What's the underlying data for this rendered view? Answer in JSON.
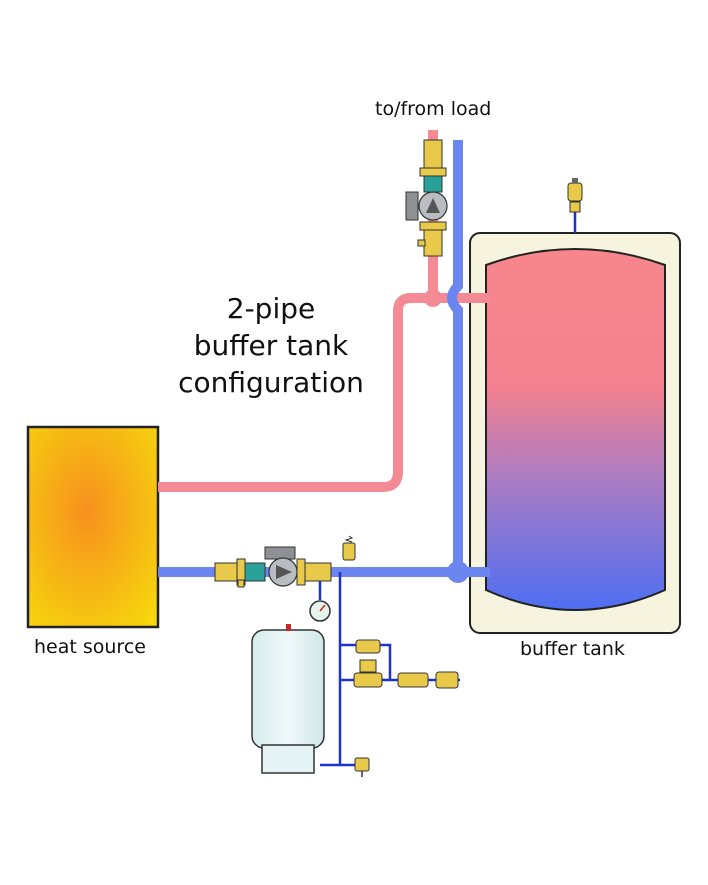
{
  "title_lines": [
    "2-pipe",
    "buffer tank",
    "configuration"
  ],
  "labels": {
    "load": "to/from load",
    "heat_source": "heat source",
    "buffer_tank": "buffer tank"
  },
  "colors": {
    "hot_pipe": "#f48a93",
    "cold_pipe": "#6b86f0",
    "small_pipe": "#1f33c7",
    "brass": "#e9c94a",
    "pump_gray": "#8d9196",
    "heat_source_center": "#f7901e",
    "heat_source_edge": "#f5d80a",
    "tank_hot": "#f7878c",
    "tank_cold": "#4f6ff0",
    "tank_shell": "#f6f3de",
    "expansion_tank": "#e2f1f2"
  },
  "icons": [
    "circulator-pump-icon",
    "isolation-valve-icon",
    "air-vent-icon",
    "pressure-gauge-icon",
    "pressure-relief-valve-icon",
    "fill-valve-icon",
    "drain-valve-icon"
  ]
}
